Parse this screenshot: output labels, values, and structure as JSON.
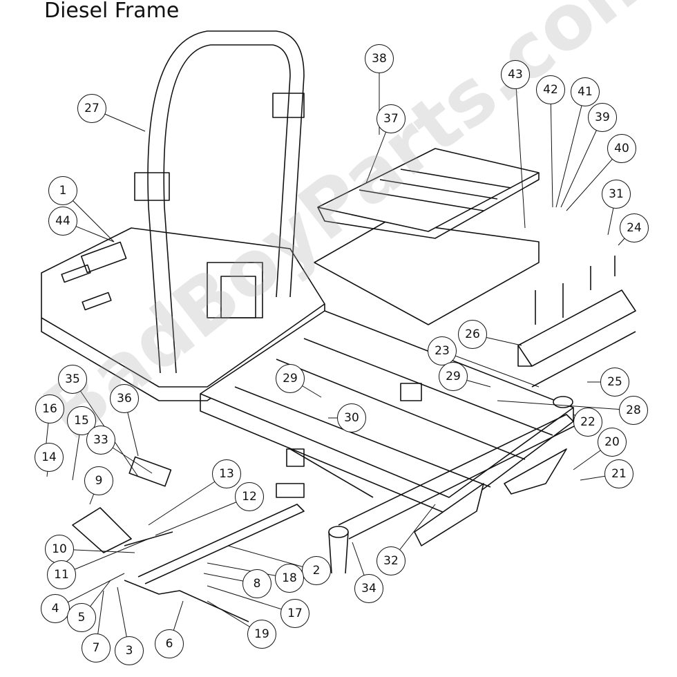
{
  "title": "Diesel Frame",
  "watermark": "BadBoyParts.com",
  "callouts": [
    "38",
    "43",
    "42",
    "41",
    "39",
    "40",
    "37",
    "27",
    "1",
    "44",
    "31",
    "24",
    "26",
    "23",
    "29",
    "25",
    "28",
    "29",
    "30",
    "22",
    "20",
    "21",
    "35",
    "16",
    "15",
    "36",
    "33",
    "14",
    "9",
    "13",
    "12",
    "10",
    "11",
    "2",
    "18",
    "8",
    "4",
    "5",
    "17",
    "32",
    "34",
    "6",
    "19",
    "7",
    "3"
  ],
  "colors": {
    "line": "#111111",
    "watermark": "#aaaaaa"
  }
}
